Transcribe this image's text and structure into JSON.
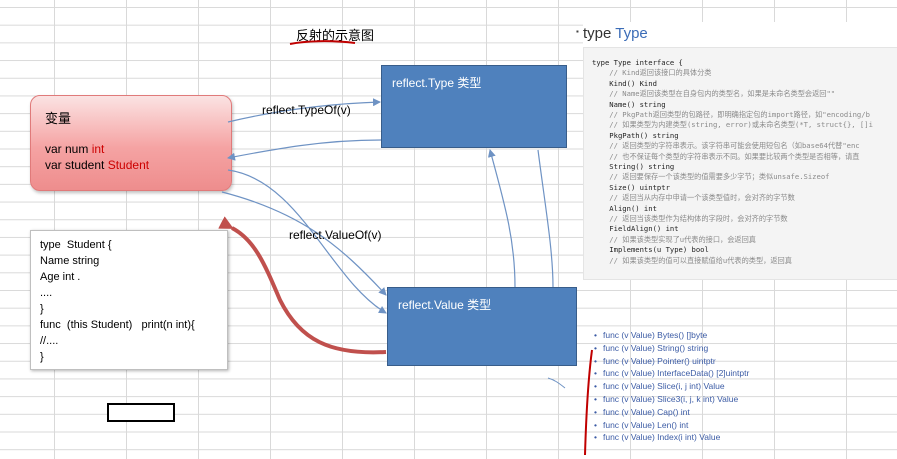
{
  "title": "反射的示意图",
  "variable_box": {
    "title": "变量",
    "line1_prefix": "var num ",
    "line1_type": "int",
    "line2_prefix": "var student ",
    "line2_type": "Student"
  },
  "code_box": {
    "lines": [
      "type  Student {",
      "Name string",
      "Age int .",
      "....",
      "}",
      "func  (this Student)   print(n int){",
      "//....",
      "}"
    ]
  },
  "type_box": {
    "label": "reflect.Type 类型"
  },
  "value_box": {
    "label": "reflect.Value 类型"
  },
  "arrows": {
    "typeof_label": "reflect.TypeOf(v)",
    "valueof_label": "reflect.ValueOf(v)"
  },
  "type_panel": {
    "heading_prefix": "type ",
    "heading_name": "Type",
    "code_lines": [
      {
        "text": "type Type interface {",
        "style": "code"
      },
      {
        "text": "    // Kind返回该接口的具体分类",
        "style": "comment"
      },
      {
        "text": "    Kind() Kind",
        "style": "code"
      },
      {
        "text": "    // Name返回该类型在自身包内的类型名，如果是未命名类型会返回\"\"",
        "style": "comment"
      },
      {
        "text": "    Name() string",
        "style": "code"
      },
      {
        "text": "    // PkgPath返回类型的包路径，即明确指定包的import路径，如\"encoding/b",
        "style": "comment"
      },
      {
        "text": "    // 如果类型为内建类型(string, error)或未命名类型(*T, struct{}, []i",
        "style": "comment"
      },
      {
        "text": "    PkgPath() string",
        "style": "code"
      },
      {
        "text": "    // 返回类型的字符串表示。该字符串可能会使用短包名（如base64代替\"enc",
        "style": "comment"
      },
      {
        "text": "    // 也不保证每个类型的字符串表示不同。如果要比较两个类型是否相等，请直",
        "style": "comment"
      },
      {
        "text": "    String() string",
        "style": "code"
      },
      {
        "text": "    // 返回要保存一个该类型的值需要多少字节；类似unsafe.Sizeof",
        "style": "comment"
      },
      {
        "text": "    Size() uintptr",
        "style": "code"
      },
      {
        "text": "    // 返回当从内存中申请一个该类型值时，会对齐的字节数",
        "style": "comment"
      },
      {
        "text": "    Align() int",
        "style": "code"
      },
      {
        "text": "    // 返回当该类型作为结构体的字段时，会对齐的字节数",
        "style": "comment"
      },
      {
        "text": "    FieldAlign() int",
        "style": "code"
      },
      {
        "text": "    // 如果该类型实现了u代表的接口，会返回真",
        "style": "comment"
      },
      {
        "text": "    Implements(u Type) bool",
        "style": "code"
      },
      {
        "text": "    // 如果该类型的值可以直接赋值给u代表的类型，返回真",
        "style": "comment"
      }
    ]
  },
  "value_methods": [
    "func (v Value) Bytes() []byte",
    "func (v Value) String() string",
    "func (v Value) Pointer() uintptr",
    "func (v Value) InterfaceData() [2]uintptr",
    "func (v Value) Slice(i, j int) Value",
    "func (v Value) Slice3(i, j, k int) Value",
    "func (v Value) Cap() int",
    "func (v Value) Len() int",
    "func (v Value) Index(i int) Value"
  ],
  "colors": {
    "box_blue": "#4f81bd",
    "var_pink": "#f5a3a3",
    "highlight_red": "#cc0000",
    "arrow_blue": "#6f93c4",
    "annotation_red": "#c00000"
  }
}
